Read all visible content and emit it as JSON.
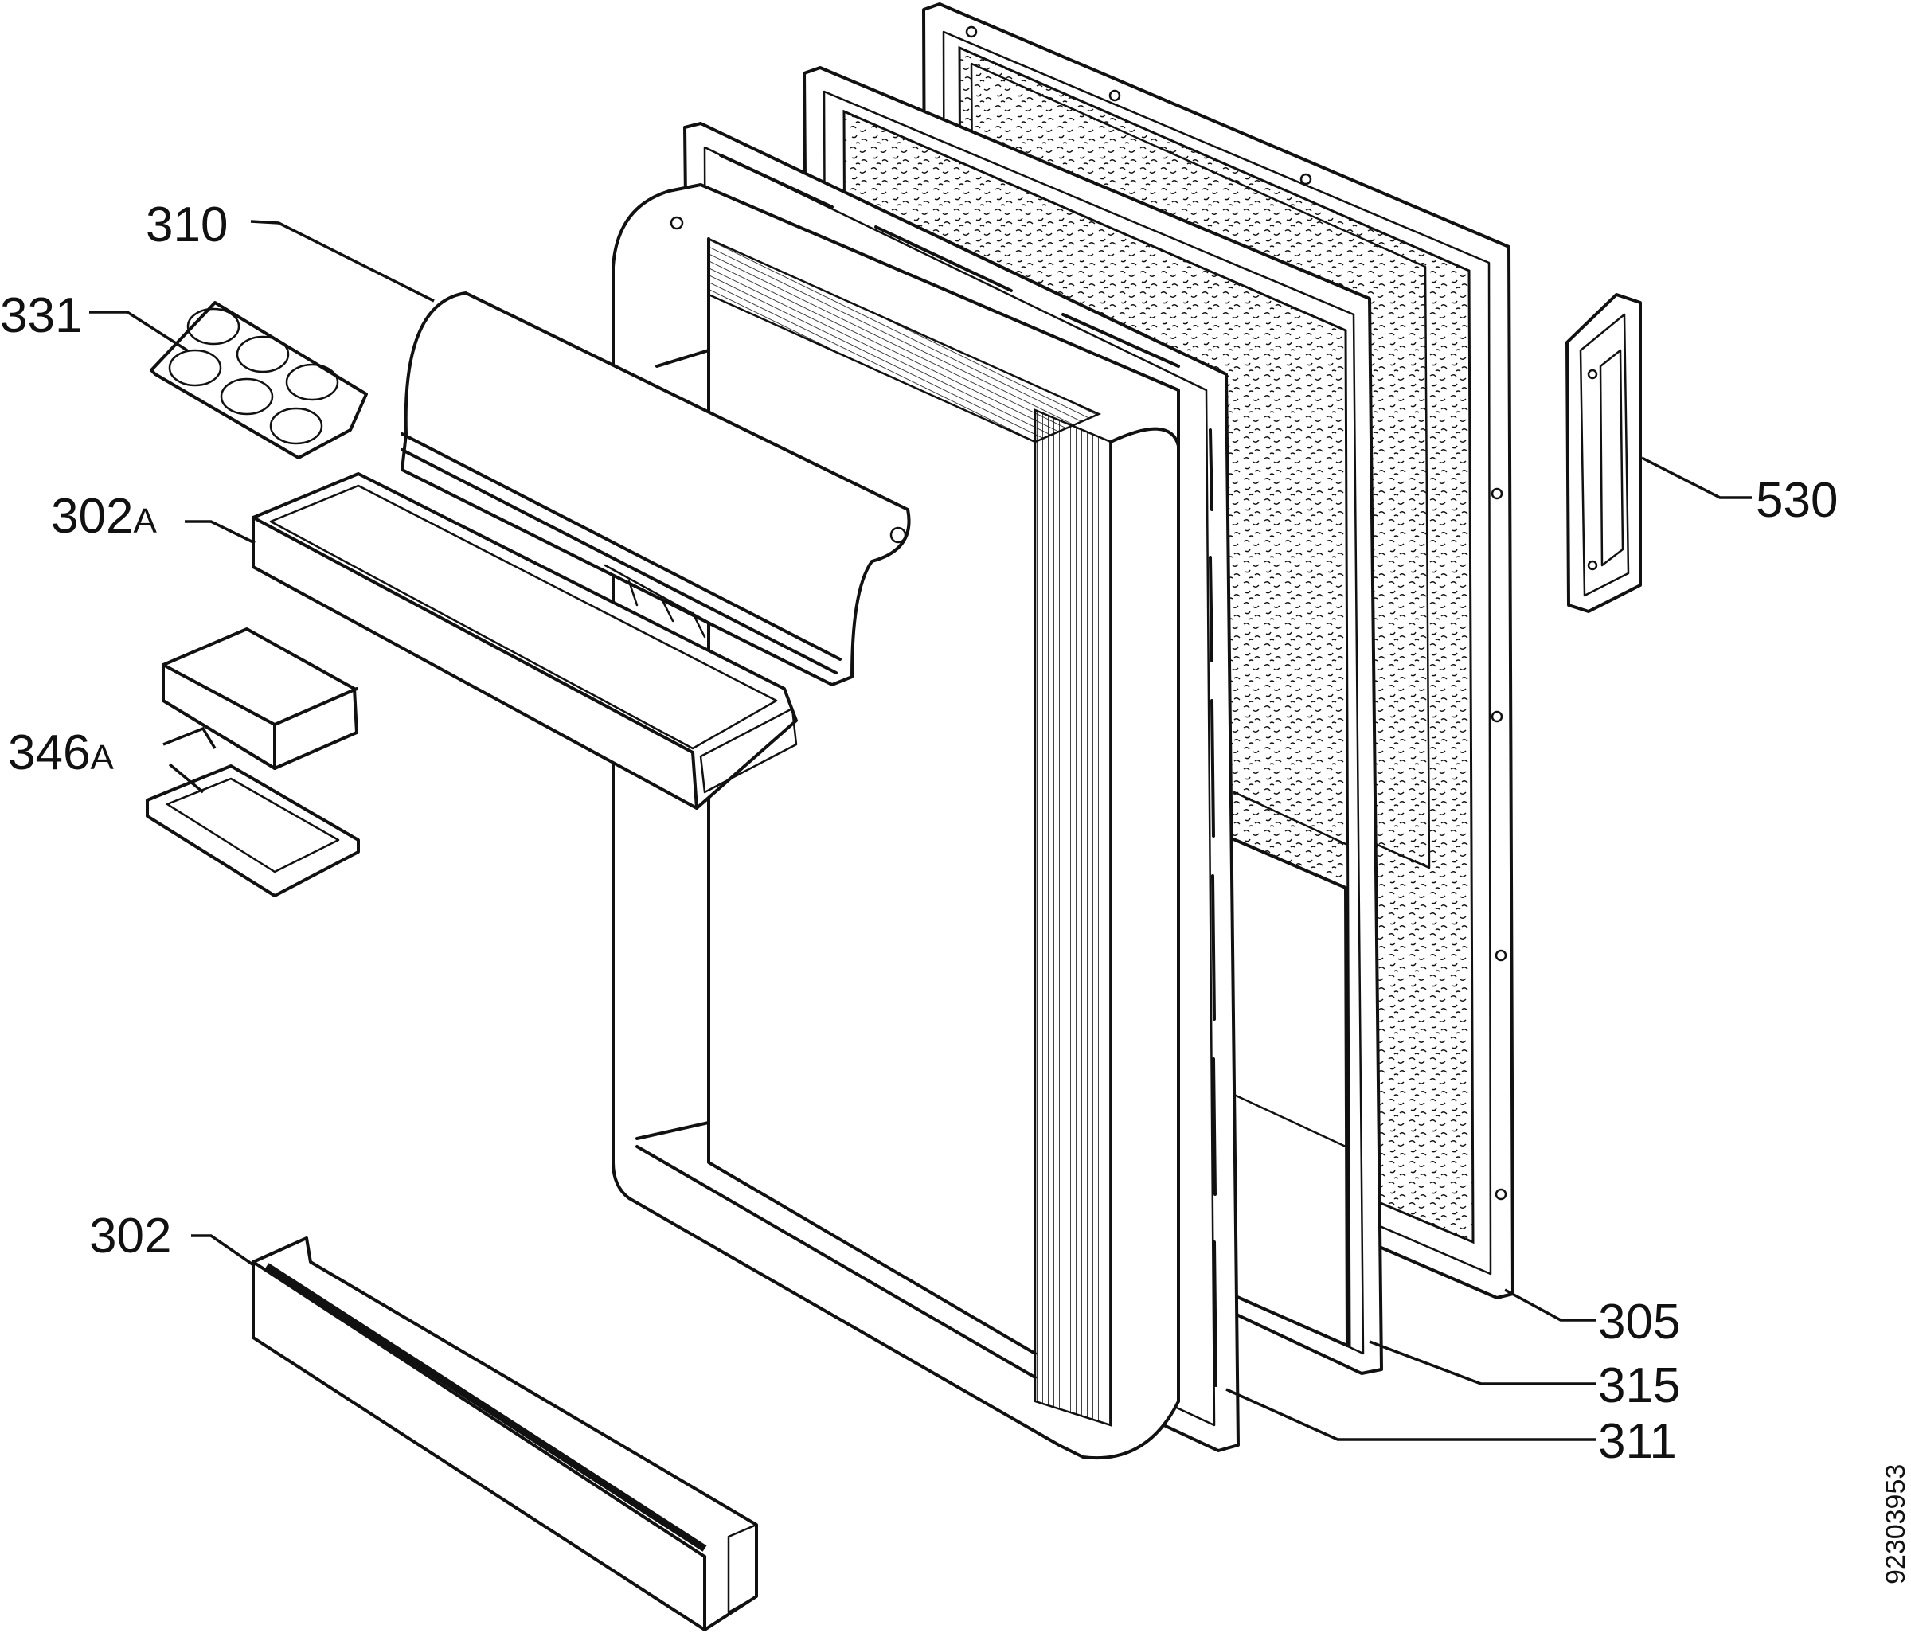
{
  "labels": {
    "p310": "310",
    "p331": "331",
    "p302a_num": "302",
    "p302a_suf": "A",
    "p346a_num": "346",
    "p346a_suf": "A",
    "p302": "302",
    "p530": "530",
    "p305": "305",
    "p315": "315",
    "p311": "311"
  },
  "reference_number": "92303953"
}
